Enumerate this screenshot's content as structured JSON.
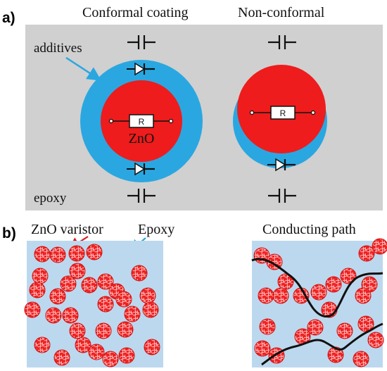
{
  "panel_a": {
    "label": "a)",
    "title_left": "Conformal coating",
    "title_right": "Non-conformal",
    "label_additives": "additives",
    "label_epoxy": "epoxy",
    "label_zno": "ZnO",
    "resistor_left": "R",
    "resistor_right": "R",
    "colors": {
      "background": "#d0d0d0",
      "coating": "#2aa7e1",
      "particle": "#ee1c1c"
    }
  },
  "panel_b": {
    "label": "b)",
    "label_varistor": "ZnO varistor",
    "label_epoxy": "Epoxy",
    "label_conducting_path": "Conducting path",
    "colors": {
      "matrix": "#bcd8ee",
      "grain": "#ee2020",
      "path": "#111111"
    }
  }
}
